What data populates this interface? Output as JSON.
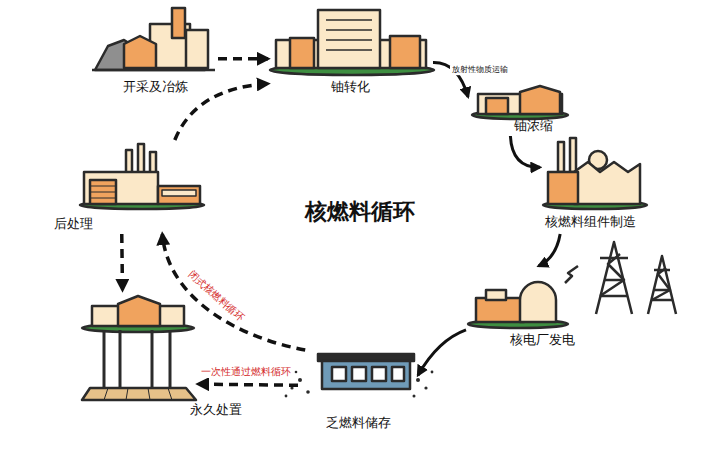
{
  "diagram": {
    "title": "核燃料循环",
    "nodes": [
      {
        "text": [
          "开采及冶炼"
        ]
      },
      {
        "text": [
          "铀转化"
        ]
      },
      {
        "text": [
          "铀浓缩"
        ]
      },
      {
        "text": [
          "核燃料组件制造"
        ]
      },
      {
        "text": [
          "核电厂发电"
        ]
      },
      {
        "text": [
          "乏燃料储存"
        ]
      },
      {
        "text": [
          "永久处置"
        ]
      },
      {
        "text": [
          "后处理"
        ]
      }
    ],
    "edges": [
      {
        "from": 0,
        "to": 1,
        "arrow": "to"
      },
      {
        "from": 1,
        "to": 2,
        "label": "放射性物质运输",
        "arrow": "to"
      },
      {
        "from": 2,
        "to": 3,
        "arrow": "to"
      },
      {
        "from": 3,
        "to": 4,
        "arrow": "to"
      },
      {
        "from": 4,
        "to": 5,
        "arrow": "to"
      },
      {
        "from": 5,
        "to": 6,
        "label": "一次性通过燃料循环",
        "arrow": "to"
      },
      {
        "from": 5,
        "to": 7,
        "label": "闭式核燃料循环",
        "arrow": "to"
      },
      {
        "from": 7,
        "to": 1,
        "arrow": "to"
      },
      {
        "from": 7,
        "to": 6,
        "arrow": "to"
      }
    ]
  }
}
